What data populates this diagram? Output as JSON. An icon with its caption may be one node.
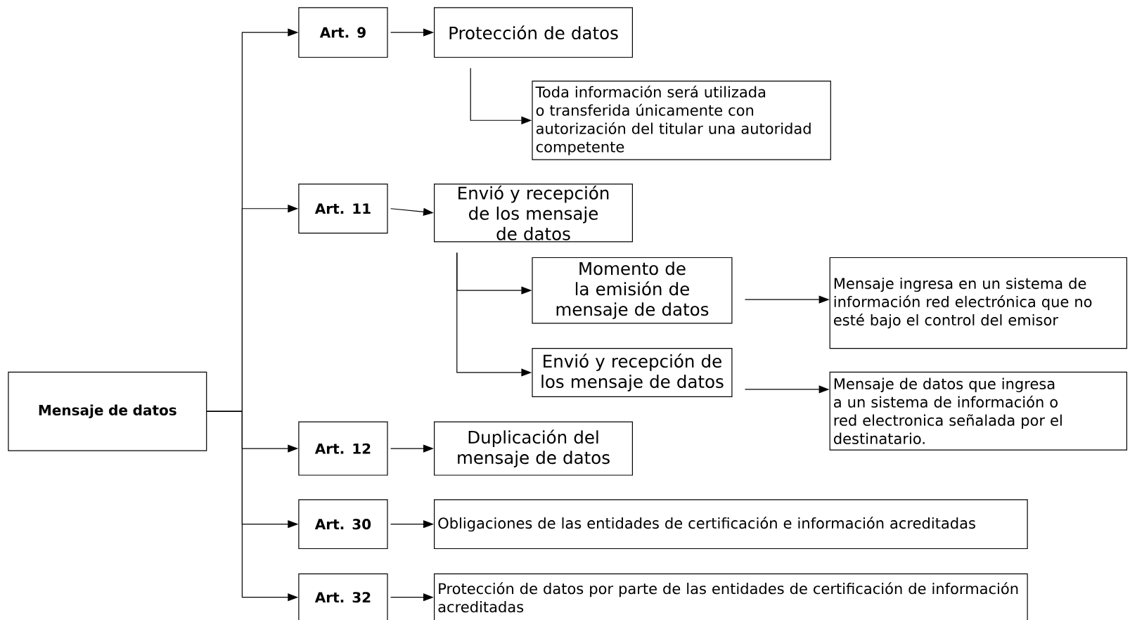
{
  "diagram": {
    "nodes": [
      {
        "text": [
          "Mensaje de datos"
        ]
      },
      {
        "text": [
          "Art. 9"
        ]
      },
      {
        "text": [
          "Protección de datos"
        ]
      },
      {
        "text": [
          "Toda información será utilizada o transferida únicamente con autorización del titular una autoridad competente"
        ]
      },
      {
        "text": [
          "Art. 11"
        ]
      },
      {
        "text": [
          "Envió y recepción de los mensaje de datos"
        ]
      },
      {
        "text": [
          "Momento de la emisión de mensaje de datos"
        ]
      },
      {
        "text": [
          "Mensaje ingresa en un sistema de información red electrónica que no esté bajo el control del emisor"
        ]
      },
      {
        "text": [
          "Envió y recepción de los mensaje de datos"
        ]
      },
      {
        "text": [
          "Mensaje de datos que ingresa a un sistema de información o red electronica señalada por el destinatario."
        ]
      },
      {
        "text": [
          "Art. 12"
        ]
      },
      {
        "text": [
          "Duplicación del mensaje de datos"
        ]
      },
      {
        "text": [
          "Art. 30"
        ]
      },
      {
        "text": [
          "Obligaciones de las entidades de certificación e información acreditadas"
        ]
      },
      {
        "text": [
          "Art. 32"
        ]
      },
      {
        "text": [
          "Protección de datos por parte de las entidades de certificación de información acreditadas"
        ]
      }
    ],
    "edges": [
      {
        "from": 0,
        "to": 1,
        "arrow": "to"
      },
      {
        "from": 0,
        "to": 4,
        "arrow": "to"
      },
      {
        "from": 0,
        "to": 10,
        "arrow": "to"
      },
      {
        "from": 0,
        "to": 12,
        "arrow": "to"
      },
      {
        "from": 0,
        "to": 14,
        "arrow": "to"
      },
      {
        "from": 1,
        "to": 2,
        "arrow": "to"
      },
      {
        "from": 2,
        "to": 3,
        "arrow": "to"
      },
      {
        "from": 4,
        "to": 5,
        "arrow": "to"
      },
      {
        "from": 5,
        "to": 6,
        "arrow": "to"
      },
      {
        "from": 5,
        "to": 8,
        "arrow": "to"
      },
      {
        "from": 6,
        "to": 7,
        "arrow": "to"
      },
      {
        "from": 8,
        "to": 9,
        "arrow": "to"
      },
      {
        "from": 10,
        "to": 11,
        "arrow": "to"
      },
      {
        "from": 12,
        "to": 13,
        "arrow": "to"
      },
      {
        "from": 14,
        "to": 15,
        "arrow": "to"
      }
    ]
  }
}
